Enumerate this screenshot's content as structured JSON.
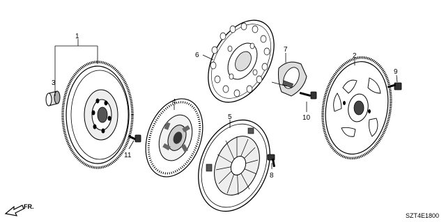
{
  "callouts": [
    {
      "id": "1",
      "label": "1"
    },
    {
      "id": "2",
      "label": "2"
    },
    {
      "id": "3",
      "label": "3"
    },
    {
      "id": "4",
      "label": "4"
    },
    {
      "id": "5",
      "label": "5"
    },
    {
      "id": "6",
      "label": "6"
    },
    {
      "id": "7",
      "label": "7"
    },
    {
      "id": "8",
      "label": "8"
    },
    {
      "id": "9",
      "label": "9"
    },
    {
      "id": "10",
      "label": "10"
    },
    {
      "id": "11",
      "label": "11"
    }
  ],
  "direction_label": "FR.",
  "diagram_code": "SZT4E1800",
  "parts": {
    "flywheel": "flywheel",
    "bushing": "bushing",
    "clutch_disc": "clutch-disc",
    "pressure_plate": "pressure-plate",
    "flex_plate": "flex-plate",
    "drive_plate": "drive-plate",
    "release_bearing_bracket": "release-bracket",
    "bolts": "bolt"
  },
  "colors": {
    "ink": "#000000",
    "paper": "#ffffff",
    "shade": "#555555"
  }
}
